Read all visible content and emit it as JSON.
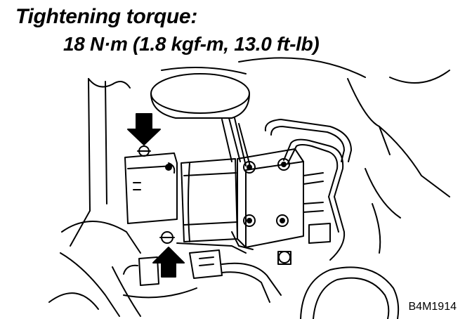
{
  "heading": {
    "label": "Tightening torque:",
    "value": "18 N·m (1.8 kgf-m, 13.0 ft-lb)"
  },
  "figure_code": "B4M1914",
  "colors": {
    "ink": "#000000",
    "paper": "#ffffff"
  },
  "icons": [
    "arrow-down-icon",
    "arrow-up-icon"
  ]
}
